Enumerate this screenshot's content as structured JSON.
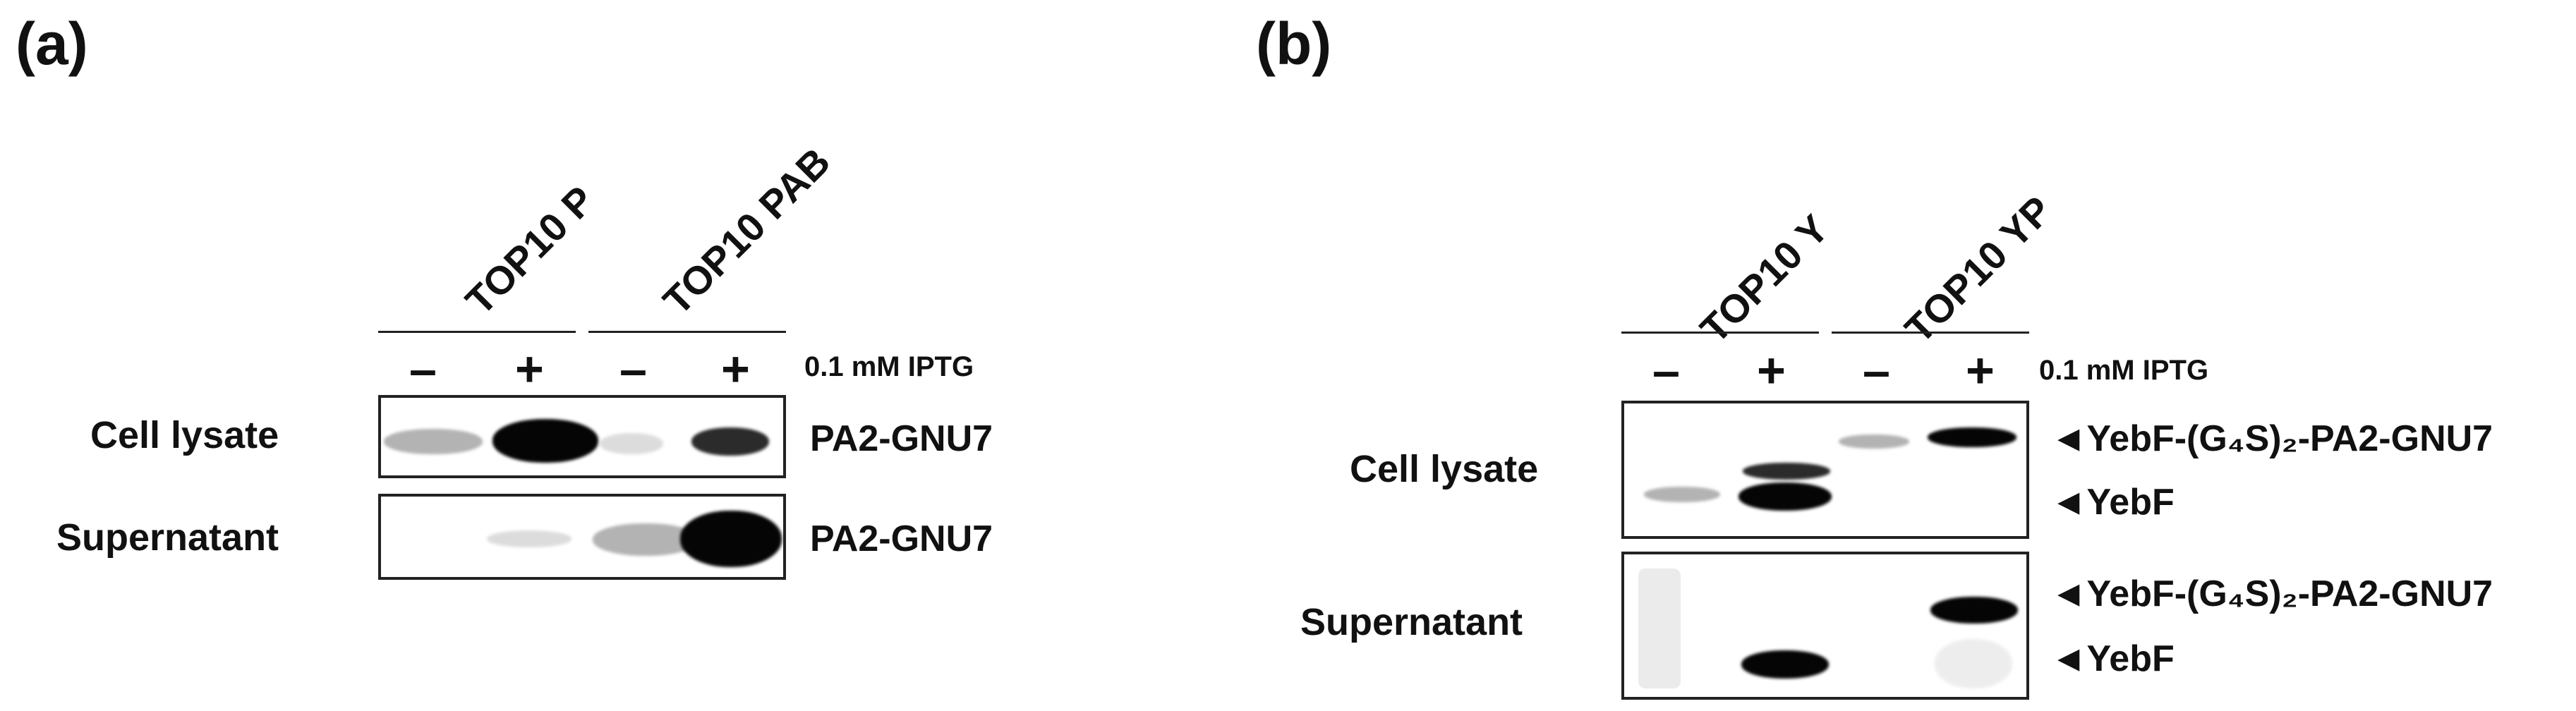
{
  "panel_a": {
    "label": "(a)",
    "strains": [
      "TOP10 P",
      "TOP10 PAB"
    ],
    "lanes": [
      "–",
      "+",
      "–",
      "+"
    ],
    "iptg": "0.1 mM IPTG",
    "rows": [
      {
        "name": "Cell lysate",
        "band": "PA2-GNU7"
      },
      {
        "name": "Supernatant",
        "band": "PA2-GNU7"
      }
    ]
  },
  "panel_b": {
    "label": "(b)",
    "strains": [
      "TOP10 Y",
      "TOP10 YP"
    ],
    "lanes": [
      "–",
      "+",
      "–",
      "+"
    ],
    "iptg": "0.1 mM IPTG",
    "rows": [
      {
        "name": "Cell lysate",
        "bands": [
          "◄YebF-(G₄S)₂-PA2-GNU7",
          "◄YebF"
        ]
      },
      {
        "name": "Supernatant",
        "bands": [
          "◄YebF-(G₄S)₂-PA2-GNU7",
          "◄YebF"
        ]
      }
    ]
  }
}
